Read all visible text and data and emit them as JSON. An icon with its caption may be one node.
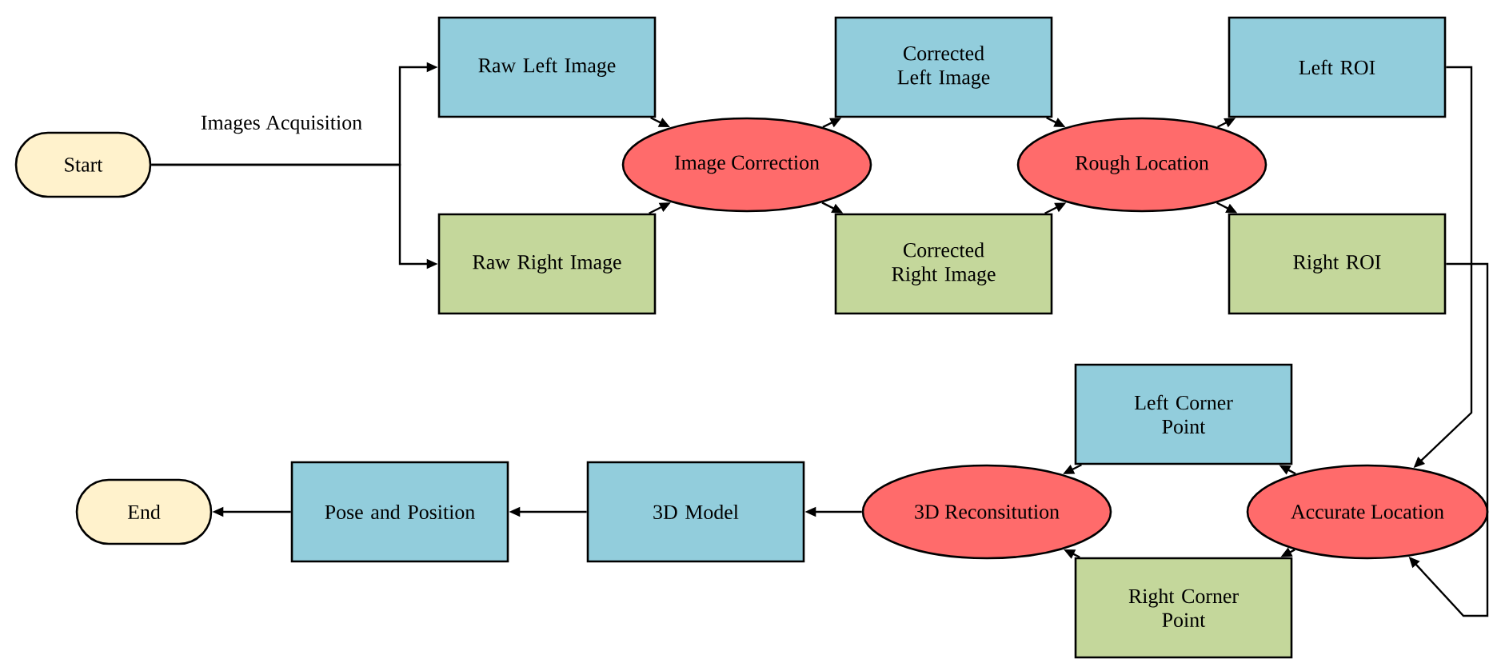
{
  "diagram": {
    "nodes": [
      {
        "text": [
          "Start"
        ]
      },
      {
        "text": [
          "Raw Left Image"
        ]
      },
      {
        "text": [
          "Raw Right Image"
        ]
      },
      {
        "text": [
          "Image Correction"
        ]
      },
      {
        "text": [
          "Corrected Left Image"
        ]
      },
      {
        "text": [
          "Corrected Right Image"
        ]
      },
      {
        "text": [
          "Rough Location"
        ]
      },
      {
        "text": [
          "Left ROI"
        ]
      },
      {
        "text": [
          "Right ROI"
        ]
      },
      {
        "text": [
          "Left Corner Point"
        ]
      },
      {
        "text": [
          "Right Corner Point"
        ]
      },
      {
        "text": [
          "Accurate Location"
        ]
      },
      {
        "text": [
          "3D Reconsitution"
        ]
      },
      {
        "text": [
          "3D Model"
        ]
      },
      {
        "text": [
          "Pose and Position"
        ]
      },
      {
        "text": [
          "End"
        ]
      }
    ],
    "edges": [
      {
        "from": 0,
        "to": 1,
        "arrow": "to",
        "label": "Images Acquisition"
      },
      {
        "from": 0,
        "to": 2,
        "arrow": "to"
      },
      {
        "from": 1,
        "to": 3,
        "arrow": "to"
      },
      {
        "from": 2,
        "to": 3,
        "arrow": "to"
      },
      {
        "from": 3,
        "to": 4,
        "arrow": "to"
      },
      {
        "from": 3,
        "to": 5,
        "arrow": "to"
      },
      {
        "from": 4,
        "to": 6,
        "arrow": "to"
      },
      {
        "from": 5,
        "to": 6,
        "arrow": "to"
      },
      {
        "from": 6,
        "to": 7,
        "arrow": "to"
      },
      {
        "from": 6,
        "to": 8,
        "arrow": "to"
      },
      {
        "from": 7,
        "to": 11,
        "arrow": "to"
      },
      {
        "from": 8,
        "to": 11,
        "arrow": "to"
      },
      {
        "from": 11,
        "to": 9,
        "arrow": "to"
      },
      {
        "from": 11,
        "to": 10,
        "arrow": "to"
      },
      {
        "from": 9,
        "to": 12,
        "arrow": "to"
      },
      {
        "from": 10,
        "to": 12,
        "arrow": "to"
      },
      {
        "from": 12,
        "to": 13,
        "arrow": "to"
      },
      {
        "from": 13,
        "to": 14,
        "arrow": "to"
      },
      {
        "from": 14,
        "to": 15,
        "arrow": "to"
      }
    ]
  }
}
